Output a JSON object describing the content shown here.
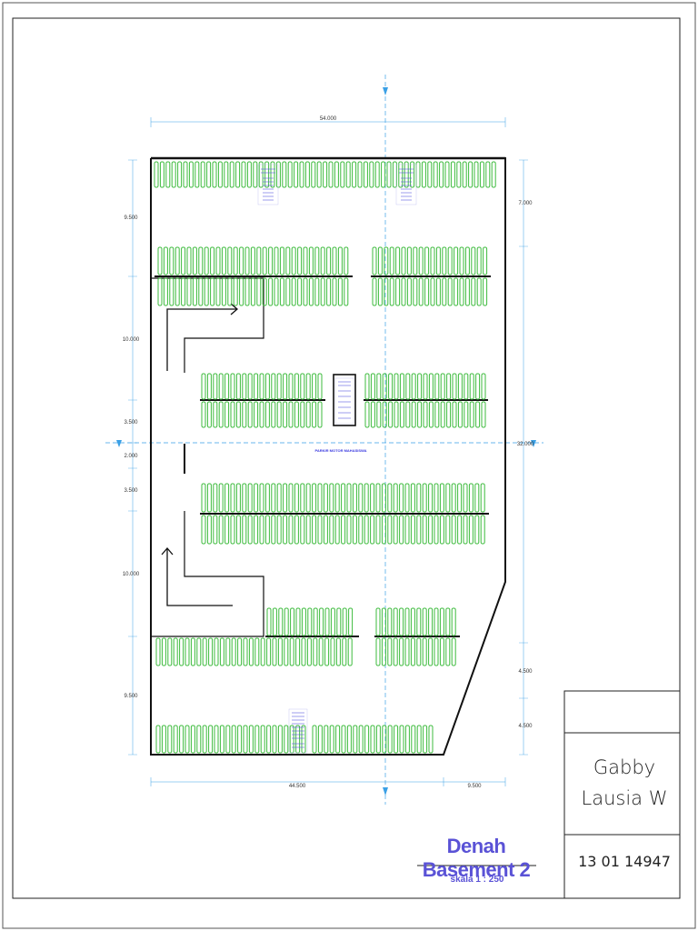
{
  "title_block": {
    "title": "Denah Basement 2",
    "scale": "skala 1 : 250",
    "author_line1": "Gabby",
    "author_line2": "Lausia W",
    "student_id": "13 01 14947"
  },
  "plan": {
    "top_dimension": "54.000",
    "bottom_dimensions": [
      "44.500",
      "9.500"
    ],
    "left_dimensions": [
      "9.500",
      "10.000",
      "3.500",
      "2.000",
      "3.500",
      "10.000",
      "9.500"
    ],
    "right_dimensions": [
      "7.000",
      "32.000",
      "4.500",
      "4.500"
    ],
    "center_label": "PARKIR MOTOR MAHASISWA"
  },
  "colors": {
    "parking": "#3dbb3d",
    "axis": "#3aa0e6",
    "label": "#5a52d6",
    "wall": "#111111"
  }
}
